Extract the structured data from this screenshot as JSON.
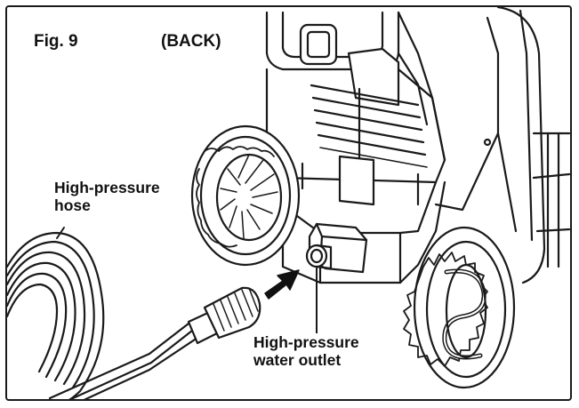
{
  "figure": {
    "number_label": "Fig. 9",
    "view_label": "(BACK)",
    "callouts": {
      "hose": [
        "High-pressure",
        "hose"
      ],
      "outlet": [
        "High-pressure",
        "water outlet"
      ]
    }
  }
}
